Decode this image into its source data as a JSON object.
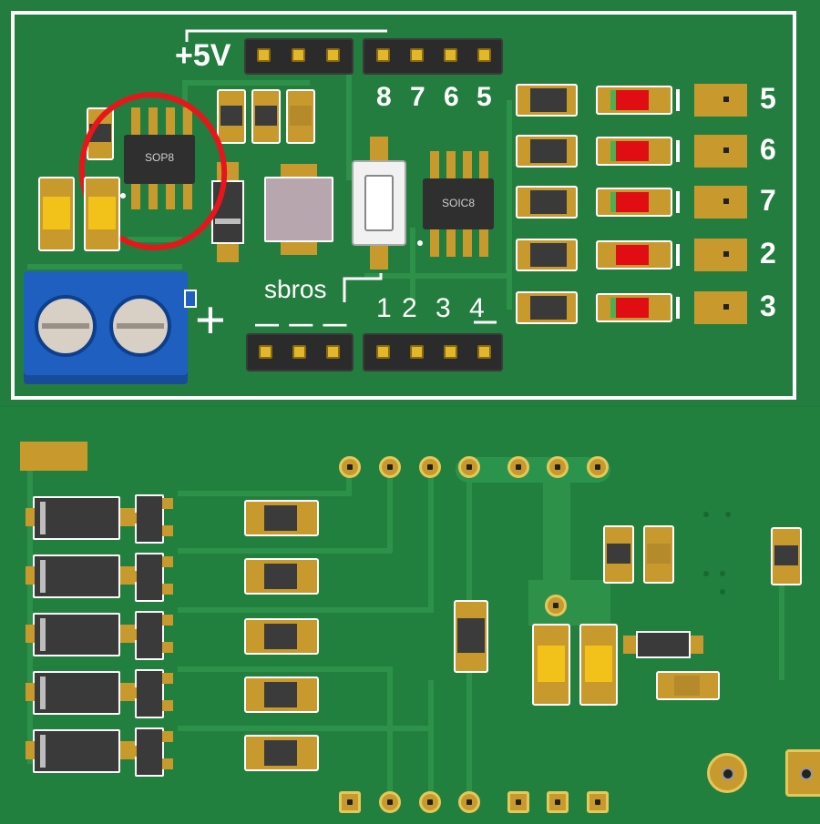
{
  "top_board": {
    "labels": {
      "plus_5v": "+5V",
      "upper_header_numbers": [
        "8",
        "7",
        "6",
        "5"
      ],
      "lower_header_numbers": [
        "1",
        "2",
        "3",
        "4"
      ],
      "reset_label": "sbros",
      "plus_sign": "+",
      "minus_marks": "— — —",
      "right_numbers": [
        "5",
        "6",
        "7",
        "2",
        "3"
      ]
    },
    "chips": {
      "left_chip": "SOP8",
      "right_chip": "SOIC8"
    },
    "colors": {
      "board": "#237d3f",
      "silkscreen": "#ffffff",
      "highlight_circle": "#e8151b",
      "pad": "#c89a2e",
      "terminal_block": "#1e5fbf",
      "led": "#e00d12"
    }
  },
  "bottom_board": {
    "colors": {
      "board": "#22803f",
      "pad": "#c89a2e"
    }
  }
}
